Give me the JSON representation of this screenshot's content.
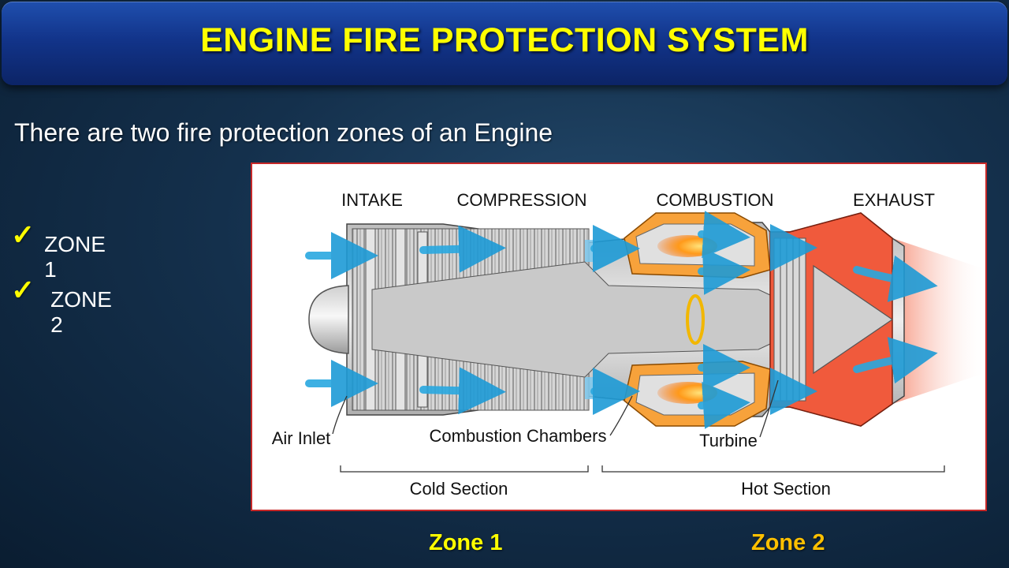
{
  "slide": {
    "title": "ENGINE FIRE PROTECTION SYSTEM",
    "subtitle": "There are two fire protection zones of an Engine",
    "zones": [
      {
        "label": "ZONE 1",
        "icon": "checkmark-icon"
      },
      {
        "label": "ZONE 2",
        "icon": "checkmark-icon"
      }
    ],
    "captions": {
      "zone1": "Zone 1",
      "zone2": "Zone 2"
    }
  },
  "diagram": {
    "stage_labels": {
      "intake": "INTAKE",
      "compression": "COMPRESSION",
      "combustion": "COMBUSTION",
      "exhaust": "EXHAUST"
    },
    "callouts": {
      "air_inlet": "Air Inlet",
      "combustion_chambers": "Combustion Chambers",
      "turbine": "Turbine"
    },
    "sections": {
      "cold": "Cold Section",
      "hot": "Hot Section"
    }
  },
  "colors": {
    "title": "#ffff00",
    "zone1_caption": "#ffff00",
    "zone2_caption": "#ffc000",
    "frame_border": "#c62828",
    "airflow": "#29a8e0",
    "flame": "#ff8c00",
    "exhaust": "#f05a3c"
  }
}
